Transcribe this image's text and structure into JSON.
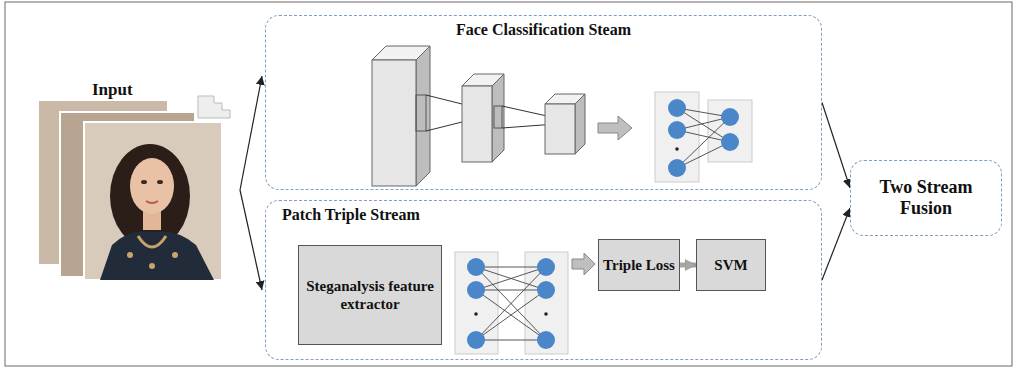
{
  "diagram": {
    "nodes": [
      {
        "text": [
          "Face Classification Steam"
        ]
      },
      {
        "text": [
          "Patch Triple Stream"
        ]
      },
      {
        "text": [
          "Steganalysis feature extractor"
        ],
        "in": 1
      },
      {
        "text": [
          "Triple Loss"
        ],
        "in": 1
      },
      {
        "text": [
          "SVM"
        ],
        "in": 1
      },
      {
        "text": [
          "Two Stream Fusion"
        ]
      }
    ],
    "edges": [
      {
        "from": 3,
        "to": 4,
        "arrow": "to"
      },
      {
        "from": 0,
        "to": 5,
        "arrow": "to"
      },
      {
        "from": 1,
        "to": 5,
        "arrow": "to"
      }
    ],
    "labels": [
      "Input"
    ]
  }
}
